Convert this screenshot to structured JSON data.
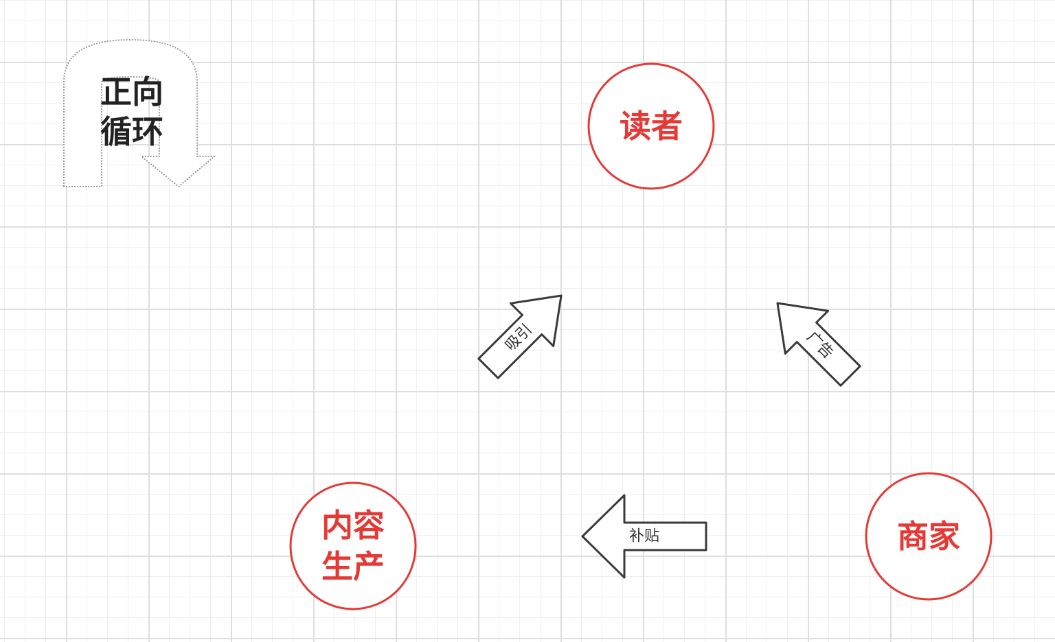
{
  "legend": {
    "line1": "正向",
    "line2": "循环"
  },
  "nodes": {
    "reader": {
      "label": "读者"
    },
    "content_production": {
      "line1": "内容",
      "line2": "生产"
    },
    "merchant": {
      "label": "商家"
    }
  },
  "arrows": {
    "attract": {
      "label": "吸引"
    },
    "ads": {
      "label": "广告"
    },
    "subsidy": {
      "label": "补贴"
    }
  },
  "colors": {
    "node_stroke": "#e53935",
    "node_text": "#e53935",
    "arrow_stroke": "#3a3a3a",
    "legend_stroke": "#9a9a9a",
    "grid_major": "#dedede",
    "grid_minor": "#efefef"
  }
}
